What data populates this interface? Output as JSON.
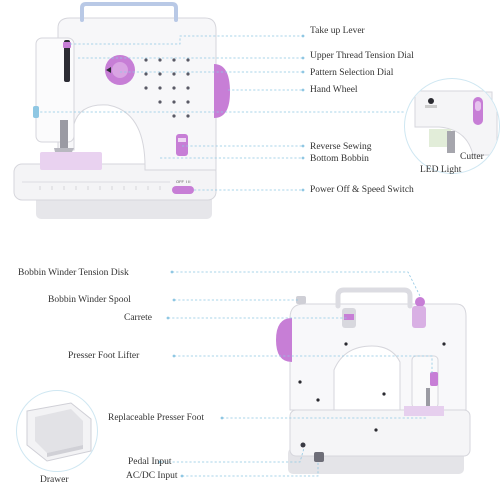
{
  "colors": {
    "accent_purple": "#c77ed6",
    "light_purple": "#ead3f1",
    "leader_line": "#8fc7e3",
    "body_white": "#f7f7f8",
    "base_gray": "#e3e3e6"
  },
  "top_labels": {
    "take_up_lever": "Take up Lever",
    "upper_thread_tension_dial": "Upper Thread Tension Dial",
    "pattern_selection_dial": "Pattern Selection Dial",
    "hand_wheel": "Hand Wheel",
    "reverse_sewing": "Reverse Sewing",
    "bottom_bobbin": "Bottom Bobbin",
    "power_off_speed_switch": "Power Off & Speed Switch",
    "cutter": "Cutter",
    "led_light": "LED Light"
  },
  "bottom_labels": {
    "bobbin_winder_tension_disk": "Bobbin Winder Tension Disk",
    "bobbin_winder_spool": "Bobbin Winder Spool",
    "carrete": "Carrete",
    "presser_foot_lifter": "Presser Foot Lifter",
    "replaceable_presser_foot": "Replaceable Presser Foot",
    "drawer": "Drawer",
    "pedal_input": "Pedal Input",
    "ac_dc_input": "AC/DC Input"
  },
  "machine_text": {
    "switch_off": "OFF",
    "switch_roman": "I II",
    "led_switch": "ON OFF"
  }
}
